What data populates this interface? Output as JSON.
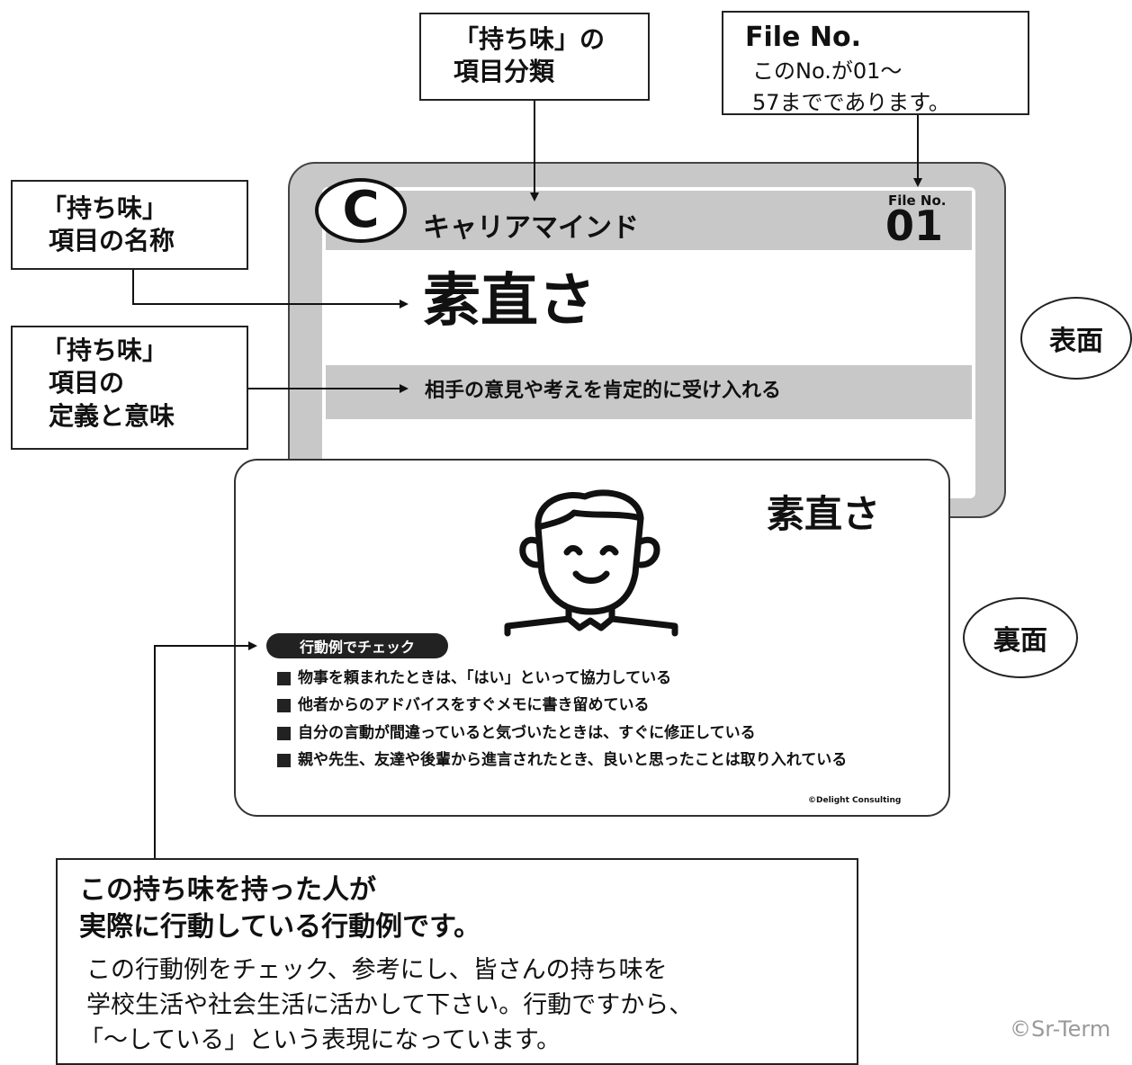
{
  "callouts": {
    "category": {
      "line1": "「持ち味」の",
      "line2": "項目分類"
    },
    "file_no": {
      "title": "File No.",
      "line1": "このNo.が01～",
      "line2": "57までであります。"
    },
    "item_name": {
      "line1": "「持ち味」",
      "line2": "項目の名称"
    },
    "definition": {
      "line1": "「持ち味」",
      "line2": "項目の",
      "line3": "定義と意味"
    }
  },
  "front_card": {
    "category_letter": "C",
    "category_name": "キャリアマインド",
    "file_label": "File No.",
    "file_number": "01",
    "title": "素直さ",
    "definition": "相手の意見や考えを肯定的に受け入れる"
  },
  "back_card": {
    "title": "素直さ",
    "check_label": "行動例でチェック",
    "examples": [
      "物事を頼まれたときは、「はい」といって協力している",
      "他者からのアドバイスをすぐメモに書き留めている",
      "自分の言動が間違っていると気づいたときは、すぐに修正している",
      "親や先生、友達や後輩から進言されたとき、良いと思ったことは取り入れている"
    ],
    "copyright": "©Delight Consulting"
  },
  "side_labels": {
    "front": "表面",
    "back": "裏面"
  },
  "explanation": {
    "heading1": "この持ち味を持った人が",
    "heading2": "実際に行動している行動例です。",
    "body1": "この行動例をチェック、参考にし、皆さんの持ち味を",
    "body2": "学校生活や社会生活に活かして下さい。行動ですから、",
    "body3": "「～している」という表現になっています。"
  },
  "watermark": "©Sr-Term"
}
